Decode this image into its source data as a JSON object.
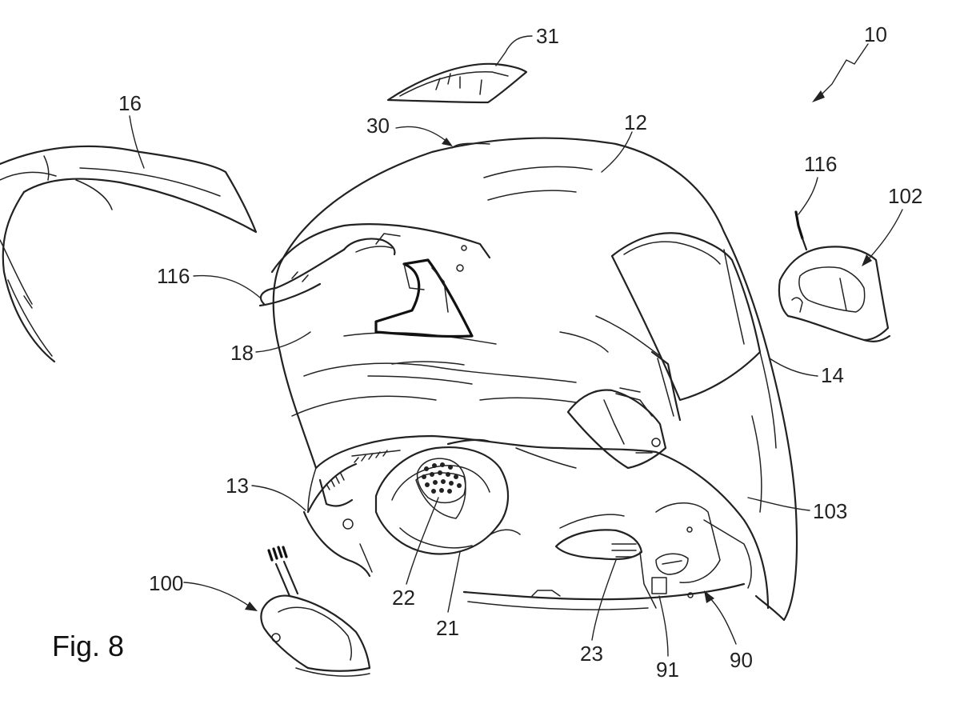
{
  "figure": {
    "title": "Fig. 8"
  },
  "labels": {
    "l10": "10",
    "l31": "31",
    "l30": "30",
    "l12": "12",
    "l16": "16",
    "l116a": "116",
    "l116b": "116",
    "l102": "102",
    "l18": "18",
    "l14": "14",
    "l13": "13",
    "l103": "103",
    "l100": "100",
    "l22": "22",
    "l21": "21",
    "l23": "23",
    "l91": "91",
    "l90": "90"
  }
}
